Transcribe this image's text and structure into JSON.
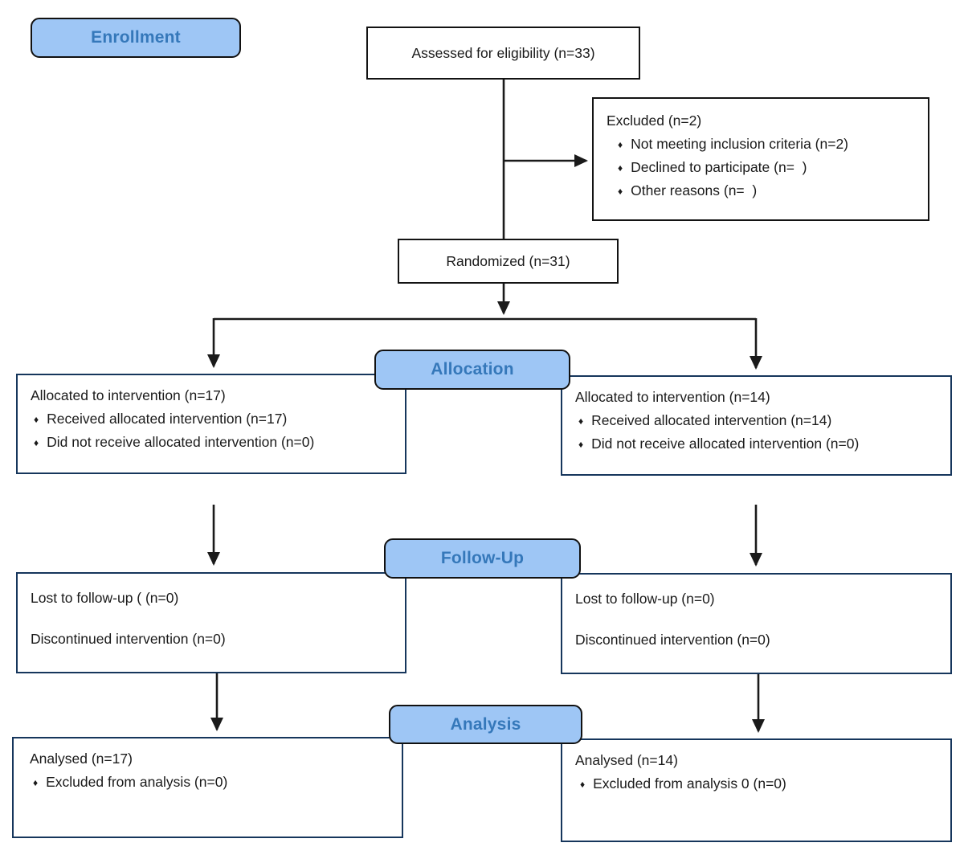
{
  "stages": {
    "enrollment": "Enrollment",
    "allocation": "Allocation",
    "followup": "Follow-Up",
    "analysis": "Analysis"
  },
  "boxes": {
    "assessed": {
      "text": "Assessed for eligibility (n=33)"
    },
    "excluded": {
      "title": "Excluded (n=2)",
      "items": [
        "Not meeting inclusion criteria (n=2)",
        "Declined to participate (n=  )",
        "Other reasons (n=  )"
      ]
    },
    "randomized": {
      "text": "Randomized (n=31)"
    },
    "allocation_left": {
      "title": "Allocated to intervention (n=17)",
      "items": [
        "Received allocated intervention (n=17)",
        "Did not receive allocated intervention (n=0)"
      ]
    },
    "allocation_right": {
      "title": "Allocated to intervention (n=14)",
      "items": [
        "Received allocated intervention (n=14)",
        "Did not receive allocated intervention (n=0)"
      ]
    },
    "followup_left": {
      "line1": "Lost to follow-up ( (n=0)",
      "line2": "Discontinued intervention (n=0)"
    },
    "followup_right": {
      "line1": "Lost to follow-up (n=0)",
      "line2": "Discontinued intervention (n=0)"
    },
    "analysis_left": {
      "title": "Analysed (n=17)",
      "items": [
        "Excluded from analysis (n=0)"
      ]
    },
    "analysis_right": {
      "title": "Analysed (n=14)",
      "items": [
        "Excluded from analysis 0 (n=0)"
      ]
    }
  },
  "icons": {
    "bullet": "♦"
  },
  "colors": {
    "stage_fill": "#9ec6f5",
    "stage_text": "#3578ba",
    "line": "#1a1a1a",
    "box_border": "#16365c"
  }
}
